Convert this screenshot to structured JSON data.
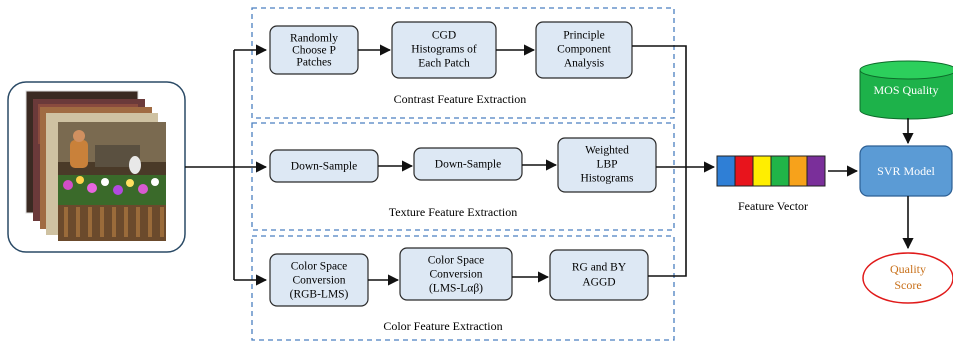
{
  "input": {
    "icon": "stacked-image-thumbnails-icon"
  },
  "panels": {
    "contrast": {
      "label": "Contrast Feature Extraction",
      "steps": [
        {
          "lines": [
            "Randomly",
            "Choose P",
            "Patches"
          ]
        },
        {
          "lines": [
            "CGD",
            "Histograms of",
            "Each Patch"
          ]
        },
        {
          "lines": [
            "Principle",
            "Component",
            "Analysis"
          ]
        }
      ]
    },
    "texture": {
      "label": "Texture Feature Extraction",
      "steps": [
        {
          "lines": [
            "Down-Sample"
          ]
        },
        {
          "lines": [
            "Down-Sample"
          ]
        },
        {
          "lines": [
            "Weighted",
            "LBP",
            "Histograms"
          ]
        }
      ]
    },
    "color": {
      "label": "Color Feature Extraction",
      "steps": [
        {
          "lines": [
            "Color Space",
            "Conversion",
            "(RGB-LMS)"
          ]
        },
        {
          "lines": [
            "Color Space",
            "Conversion",
            "(LMS-Lαβ)"
          ]
        },
        {
          "lines": [
            "RG and BY",
            "AGGD"
          ]
        }
      ]
    }
  },
  "feature_vector": {
    "label": "Feature Vector",
    "cell_colors": [
      "#2f7fd6",
      "#e8141c",
      "#ffee00",
      "#21b548",
      "#f7a21b",
      "#7a2f9a"
    ]
  },
  "mos": {
    "label": "MOS Quality",
    "color": "#1db24a"
  },
  "svr": {
    "label": "SVR Model",
    "color": "#5b9bd5"
  },
  "quality": {
    "lines": [
      "Quality",
      "Score"
    ],
    "stroke": "#e01a1a",
    "text_color": "#c8701a"
  },
  "colors": {
    "step_fill": "#dde8f4",
    "step_stroke": "#2a2a2a",
    "panel_dash": "#4a7fc0"
  }
}
